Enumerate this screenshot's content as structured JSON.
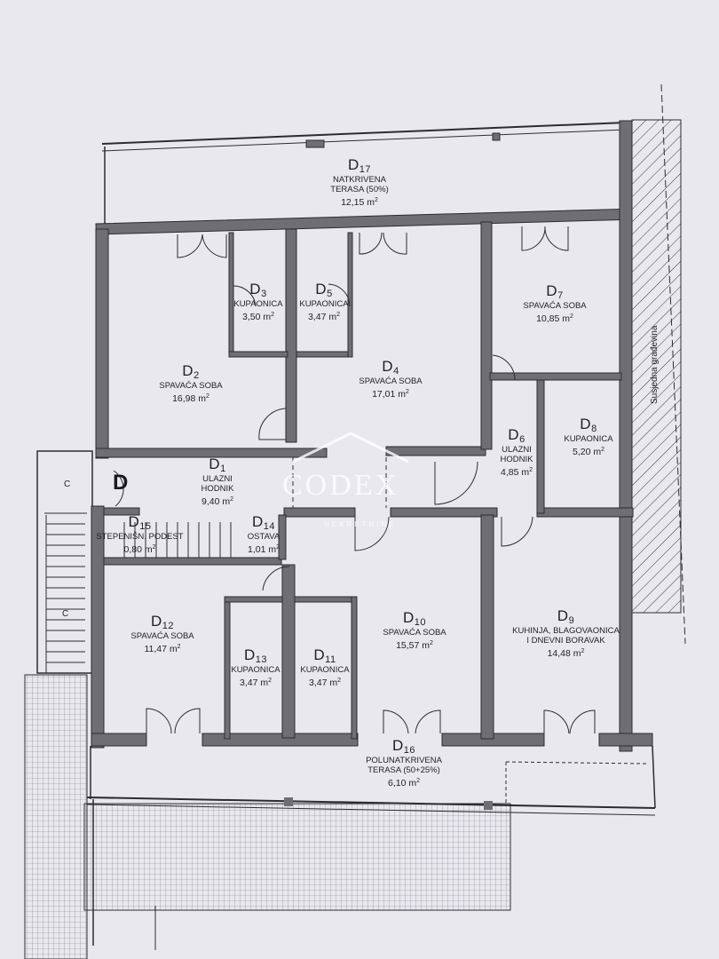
{
  "plan": {
    "rooms": [
      {
        "id": "D17",
        "code": "D",
        "num": "17",
        "name": "NATKRIVENA\nTERASA (50%)",
        "area": "12,15 m",
        "unit_sup": "2"
      },
      {
        "id": "D2",
        "code": "D",
        "num": "2",
        "name": "SPAVAĆA SOBA",
        "area": "16,98 m",
        "unit_sup": "2"
      },
      {
        "id": "D3",
        "code": "D",
        "num": "3",
        "name": "KUPAONICA",
        "area": "3,50 m",
        "unit_sup": "2"
      },
      {
        "id": "D5",
        "code": "D",
        "num": "5",
        "name": "KUPAONICA",
        "area": "3,47 m",
        "unit_sup": "2"
      },
      {
        "id": "D4",
        "code": "D",
        "num": "4",
        "name": "SPAVAĆA SOBA",
        "area": "17,01 m",
        "unit_sup": "2"
      },
      {
        "id": "D7",
        "code": "D",
        "num": "7",
        "name": "SPAVAĆA SOBA",
        "area": "10,85 m",
        "unit_sup": "2"
      },
      {
        "id": "D8",
        "code": "D",
        "num": "8",
        "name": "KUPAONICA",
        "area": "5,20 m",
        "unit_sup": "2"
      },
      {
        "id": "D6",
        "code": "D",
        "num": "6",
        "name": "ULAZNI\nHODNIK",
        "area": "4,85 m",
        "unit_sup": "2"
      },
      {
        "id": "D1",
        "code": "D",
        "num": "1",
        "name": "ULAZNI\nHODNIK",
        "area": "9,40 m",
        "unit_sup": "2"
      },
      {
        "id": "D15",
        "code": "D",
        "num": "15",
        "name": "STEPENIŠN. PODEST",
        "area": "0,80 m",
        "unit_sup": "2"
      },
      {
        "id": "D14",
        "code": "D",
        "num": "14",
        "name": "OSTAVA",
        "area": "1,01 m",
        "unit_sup": "2"
      },
      {
        "id": "D12",
        "code": "D",
        "num": "12",
        "name": "SPAVAĆA SOBA",
        "area": "11,47 m",
        "unit_sup": "2"
      },
      {
        "id": "D13",
        "code": "D",
        "num": "13",
        "name": "KUPAONICA",
        "area": "3,47 m",
        "unit_sup": "2"
      },
      {
        "id": "D11",
        "code": "D",
        "num": "11",
        "name": "KUPAONICA",
        "area": "3,47 m",
        "unit_sup": "2"
      },
      {
        "id": "D10",
        "code": "D",
        "num": "10",
        "name": "SPAVAĆA SOBA",
        "area": "15,57 m",
        "unit_sup": "2"
      },
      {
        "id": "D9",
        "code": "D",
        "num": "9",
        "name": "KUHINJA, BLAGOVAONICA\nI DNEVNI BORAVAK",
        "area": "14,48 m",
        "unit_sup": "2"
      },
      {
        "id": "D16",
        "code": "D",
        "num": "16",
        "name": "POLUNATKRIVENA\nTERASA (50+25%)",
        "area": "6,10 m",
        "unit_sup": "2"
      }
    ],
    "unit_letter": "D",
    "stair_label_c_top": "C",
    "stair_label_c_bottom": "C",
    "neighbor_label": "Susjedna građevina",
    "watermark": "CODEX",
    "watermark_sub": "NEKRETNINE",
    "colors": {
      "paper": "#e9e8ee",
      "wall": "#6e6e74",
      "wall_edge": "#2c2c30",
      "ink": "#1f1f24"
    }
  }
}
